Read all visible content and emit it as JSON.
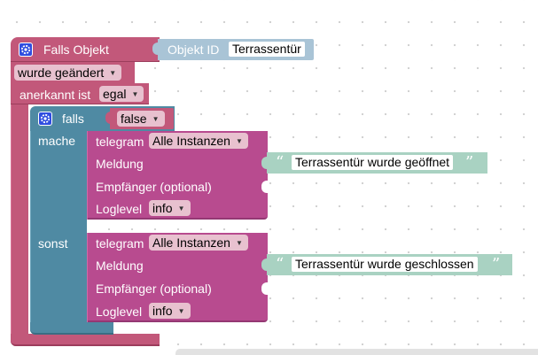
{
  "event_block": {
    "title": "Falls Objekt",
    "object_id_label": "Objekt ID",
    "object_id_value": "Terrassentür",
    "trigger_value": "wurde geändert",
    "ack_label": "anerkannt ist",
    "ack_value": "egal"
  },
  "if_block": {
    "if_label": "falls",
    "condition_value": "false",
    "then_label": "mache",
    "else_label": "sonst"
  },
  "telegram_blocks": [
    {
      "label": "telegram",
      "instance_value": "Alle Instanzen",
      "message_label": "Meldung",
      "message_text": "Terrassentür wurde geöffnet",
      "recipient_label": "Empfänger (optional)",
      "loglevel_label": "Loglevel",
      "loglevel_value": "info"
    },
    {
      "label": "telegram",
      "instance_value": "Alle Instanzen",
      "message_label": "Meldung",
      "message_text": "Terrassentür wurde geschlossen",
      "recipient_label": "Empfänger (optional)",
      "loglevel_label": "Loglevel",
      "loglevel_value": "info"
    }
  ],
  "colors": {
    "event_block": "#c2587a",
    "event_block_dark": "#9c3d5c",
    "if_block": "#4f8aa3",
    "if_block_dark": "#3a6d83",
    "telegram_block": "#b84b8f",
    "telegram_block_dark": "#943873",
    "string_block": "#a9d2c2",
    "object_id_block": "#a9c4d6",
    "gear": "#2f4de0"
  },
  "icons": {
    "event_block_icon": "gear-icon",
    "if_block_icon": "gear-icon",
    "dropdown_arrow": "triangle-down-icon",
    "quote_open": "open-quote-icon",
    "quote_close": "close-quote-icon"
  }
}
